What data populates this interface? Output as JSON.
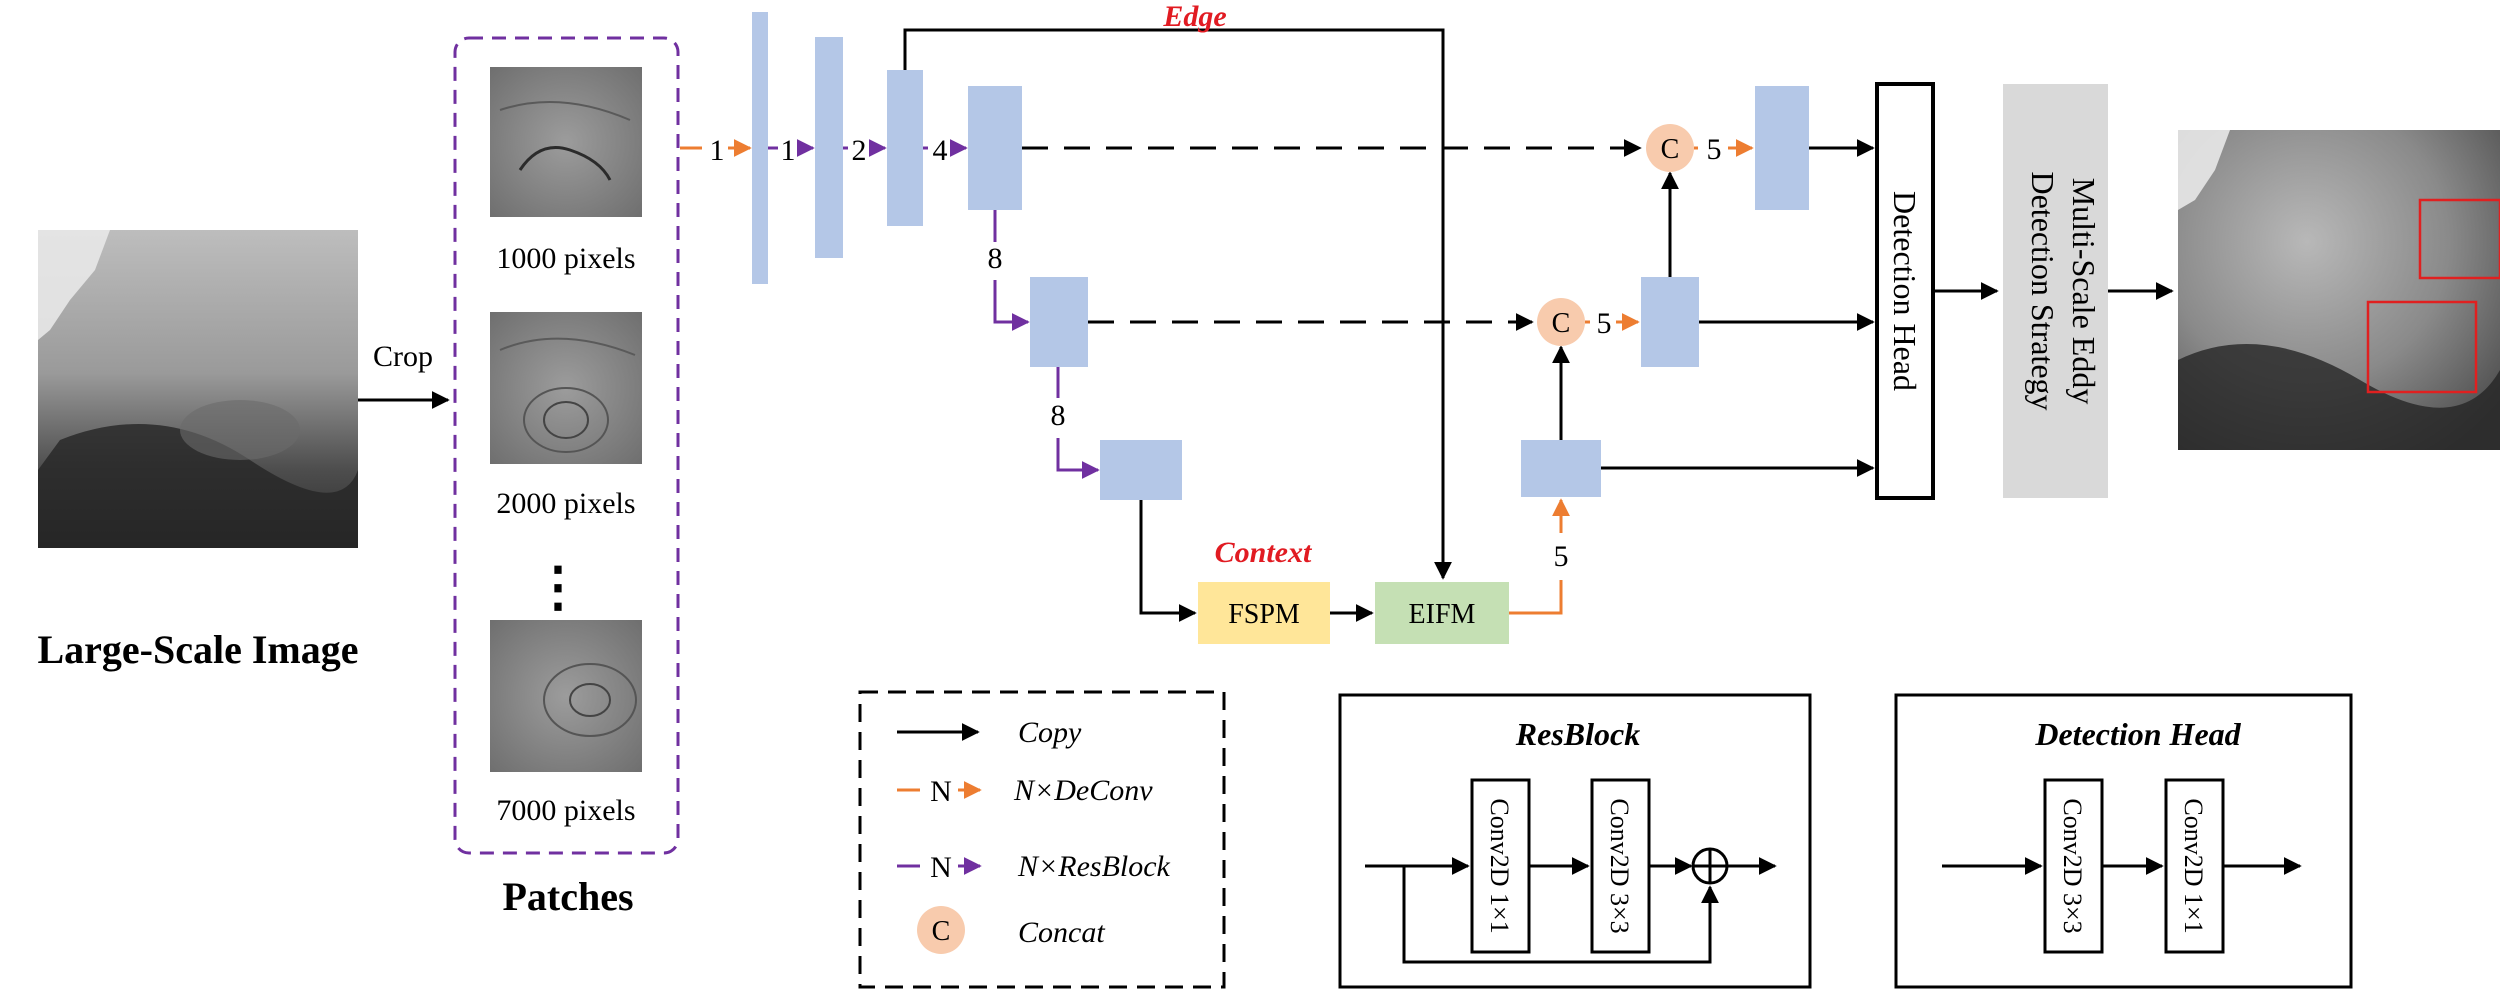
{
  "input": {
    "title": "Large-Scale Image",
    "crop_label": "Crop"
  },
  "patches": {
    "title": "Patches",
    "sizes": [
      "1000 pixels",
      "2000 pixels",
      "7000 pixels"
    ],
    "ellipsis": "⋮"
  },
  "network": {
    "edge_label": "Edge",
    "context_label": "Context",
    "step_counts": [
      "1",
      "1",
      "2",
      "4",
      "8",
      "8",
      "5",
      "5",
      "5"
    ],
    "modules": {
      "fspm": "FSPM",
      "eifm": "EIFM"
    },
    "concat_symbol": "C",
    "detection_head": "Detection Head",
    "strategy": [
      "Multi-Scale Eddy",
      "Detection Strategy"
    ]
  },
  "legend": {
    "copy": "Copy",
    "deconv_marker": "N",
    "deconv": "N×DeConv",
    "resblock_marker": "N",
    "resblock": "N×ResBlock",
    "concat_marker": "C",
    "concat": "Concat"
  },
  "resblock_box": {
    "title": "ResBlock",
    "layers": [
      "Conv2D 1×1",
      "Conv2D 3×3"
    ]
  },
  "detection_head_box": {
    "title": "Detection Head",
    "layers": [
      "Conv2D 3×3",
      "Conv2D 1×1"
    ]
  },
  "colors": {
    "feature_map": "#b4c7e7",
    "deconv_arrow": "#ed7d31",
    "resblock_arrow": "#7030a0",
    "concat_fill": "#f8cbad",
    "fspm_fill": "#ffe699",
    "eifm_fill": "#c5e0b4",
    "strategy_fill": "#d9d9d9",
    "edge_context_text": "#e11b22",
    "detection_box": "#e02020"
  }
}
